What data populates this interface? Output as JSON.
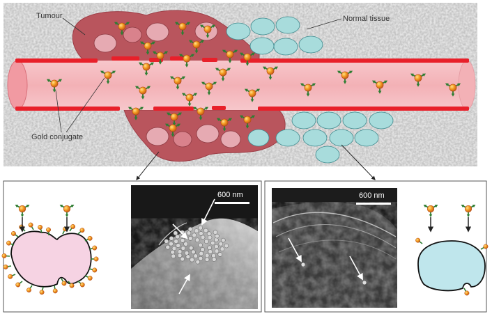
{
  "labels": {
    "tumour": "Tumour",
    "normal_tissue": "Normal tissue",
    "gold_conjugate": "Gold conjugate"
  },
  "panels": {
    "left_scale": "600 nm",
    "right_scale": "600 nm"
  },
  "colors": {
    "tumour": "#b9555d",
    "tumour_cell": "#e6aab2",
    "normal_cell": "#a8dcdc",
    "vessel": "#f3b7bb",
    "vessel_wall": "#e8202a",
    "gold_core": "#f08a1c",
    "arrow_green": "#2e7d32",
    "cell_pink": "#f6d3e3",
    "cell_blue": "#bfe6ec"
  }
}
